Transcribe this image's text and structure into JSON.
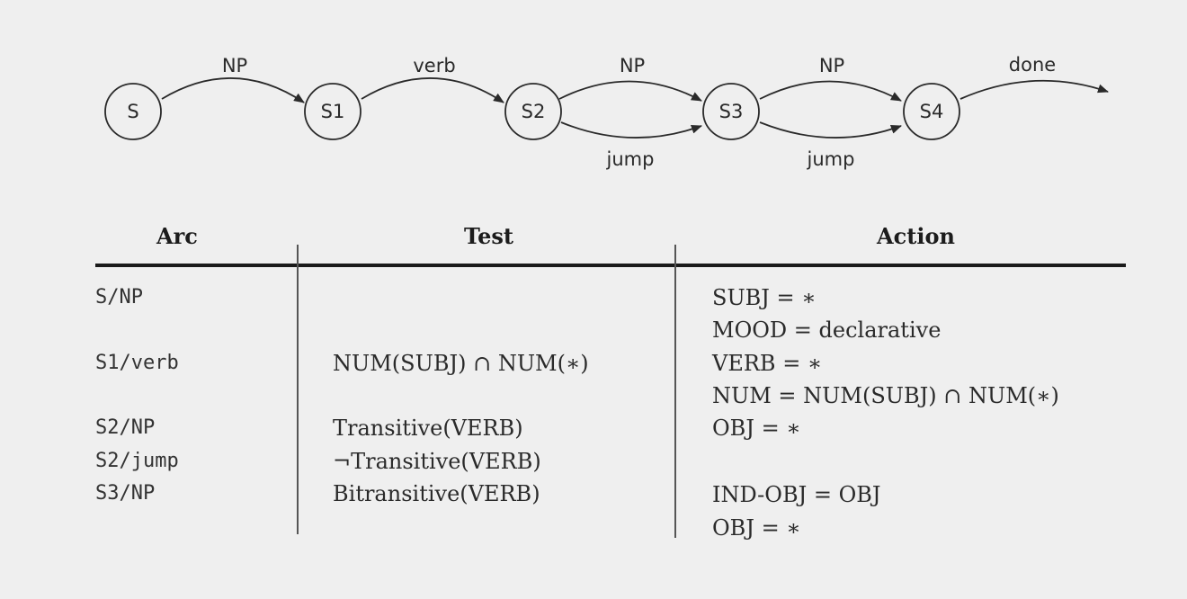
{
  "diagram": {
    "states": [
      "S",
      "S1",
      "S2",
      "S3",
      "S4"
    ],
    "arcs": {
      "s_np": "NP",
      "s1_verb": "verb",
      "s2_np": "NP",
      "s2_jump": "jump",
      "s3_np": "NP",
      "s3_jump": "jump",
      "s4_done": "done"
    }
  },
  "table": {
    "headers": {
      "arc": "Arc",
      "test": "Test",
      "action": "Action"
    },
    "arc_col": [
      "S/NP",
      "S1/verb",
      "S2/NP",
      "S2/jump",
      "S3/NP"
    ],
    "test_col": [
      "NUM(SUBJ) ∩ NUM(∗)",
      "Transitive(VERB)",
      "¬Transitive(VERB)",
      "Bitransitive(VERB)"
    ],
    "action_col": [
      "SUBJ = ∗",
      "MOOD = declarative",
      "VERB = ∗",
      "NUM = NUM(SUBJ) ∩ NUM(∗)",
      "OBJ = ∗",
      "IND-OBJ = OBJ",
      "OBJ = ∗"
    ]
  }
}
